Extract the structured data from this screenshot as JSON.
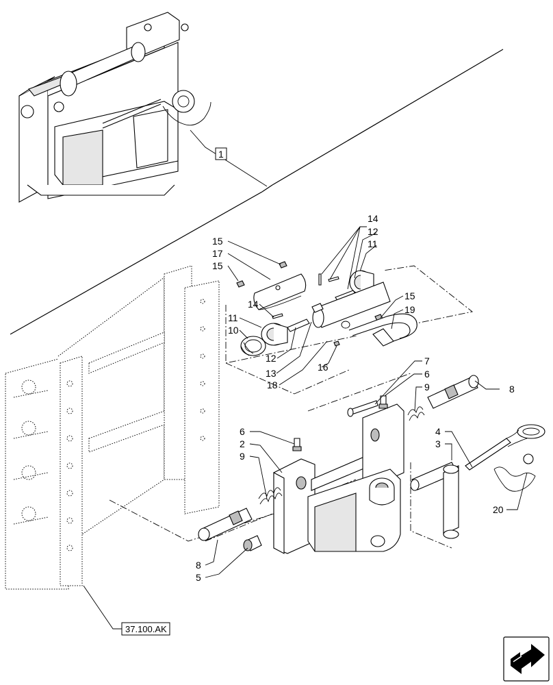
{
  "detail_callout": "1",
  "reference_label": "37.100.AK",
  "icon": "next-page-arrow-icon",
  "callouts": {
    "c15a": "15",
    "c17": "17",
    "c15b": "15",
    "c14a": "14",
    "c11a": "11",
    "c10": "10",
    "c12a": "12",
    "c13": "13",
    "c18": "18",
    "c16": "16",
    "c14b": "14",
    "c12b": "12",
    "c11b": "11",
    "c15c": "15",
    "c19": "19",
    "c7": "7",
    "c6a": "6",
    "c9a": "9",
    "c8a": "8",
    "c6b": "6",
    "c2": "2",
    "c9b": "9",
    "c4": "4",
    "c3": "3",
    "c20": "20",
    "c8b": "8",
    "c5": "5"
  }
}
